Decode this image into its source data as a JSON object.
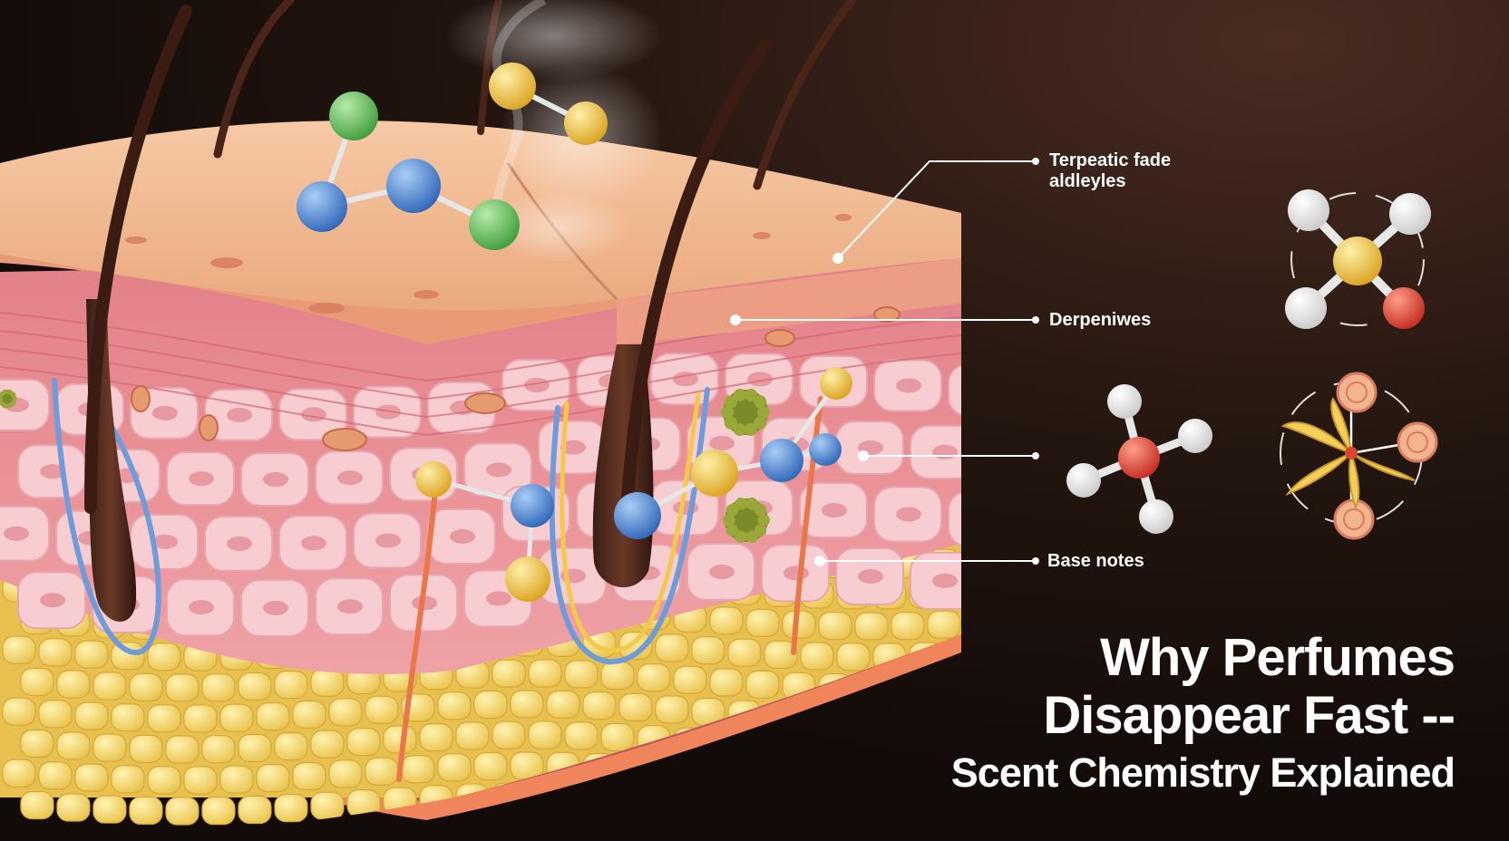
{
  "labels": {
    "top": [
      "Terpeatic fade",
      "aldleyles"
    ],
    "middle": "Derpeniwes",
    "lower": "",
    "bottom": "Base notes"
  },
  "title": {
    "line1": "Why Perfumes",
    "line2": "Disappear Fast --",
    "line3": "Scent Chemistry Explained"
  },
  "icons": [
    "skin-cross-section-illustration",
    "hair-strand-icon",
    "molecule-icon",
    "vapor-icon",
    "vanilla-flower-icon"
  ],
  "colors": {
    "background": "#1c1210",
    "epidermis": "#f2b88e",
    "dermis": "#e9969c",
    "cells": "#f6c9cf",
    "fat": "#f4d76a",
    "base": "#b65762",
    "atom_blue": "#4f8ad6",
    "atom_green": "#5fbf5a",
    "atom_yellow": "#f2c23a",
    "atom_red": "#e0453a",
    "atom_white": "#f2f2f2",
    "label_line": "#ffffff"
  }
}
